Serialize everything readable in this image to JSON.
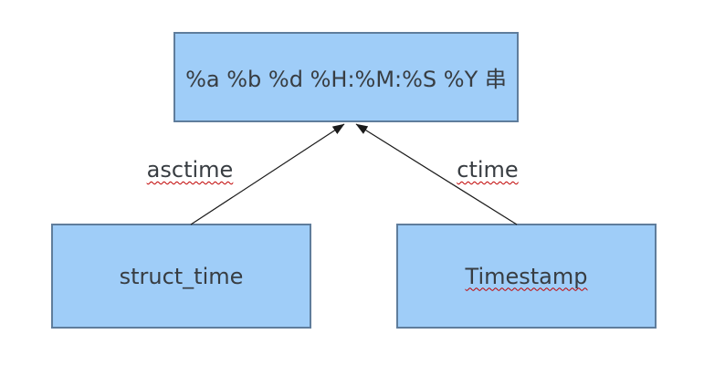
{
  "diagram": {
    "colors": {
      "background": "#ffffff",
      "box_fill": "#9fcdf8",
      "box_border": "#5f7d9c",
      "text_color": "#383d42",
      "arrow_color": "#1a1a1a",
      "squiggle_color": "#c00000"
    },
    "nodes": [
      {
        "id": "format-string",
        "label": "%a %b %d %H:%M:%S %Y 串",
        "misspelled": false
      },
      {
        "id": "struct-time",
        "label": "struct_time",
        "misspelled": false
      },
      {
        "id": "timestamp",
        "label": "Timestamp",
        "misspelled": true
      }
    ],
    "edges": [
      {
        "label": "asctime",
        "from": "struct-time",
        "to": "format-string",
        "misspelled": true
      },
      {
        "label": "ctime",
        "from": "timestamp",
        "to": "format-string",
        "misspelled": true
      }
    ]
  }
}
